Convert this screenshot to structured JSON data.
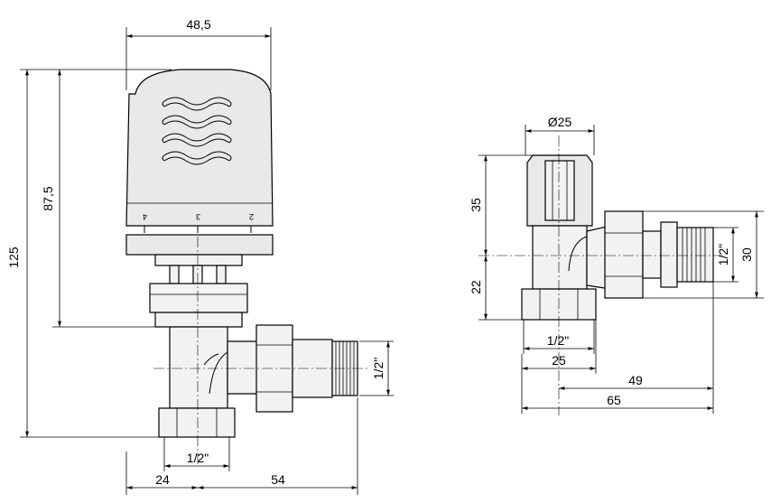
{
  "left_view": {
    "dims": {
      "width_head": "48,5",
      "height_total": "125",
      "height_head": "87,5",
      "thread_bottom": "1/2\"",
      "thread_side": "1/2\"",
      "offset_24": "24",
      "offset_54": "54"
    },
    "scale_marks": [
      "4",
      "3",
      "2"
    ]
  },
  "right_view": {
    "dims": {
      "diameter": "Ø25",
      "height_35": "35",
      "height_22": "22",
      "height_30": "30",
      "thread_bottom": "1/2\"",
      "thread_side": "1/2\"",
      "len_25": "25",
      "len_49": "49",
      "len_65": "65"
    }
  }
}
